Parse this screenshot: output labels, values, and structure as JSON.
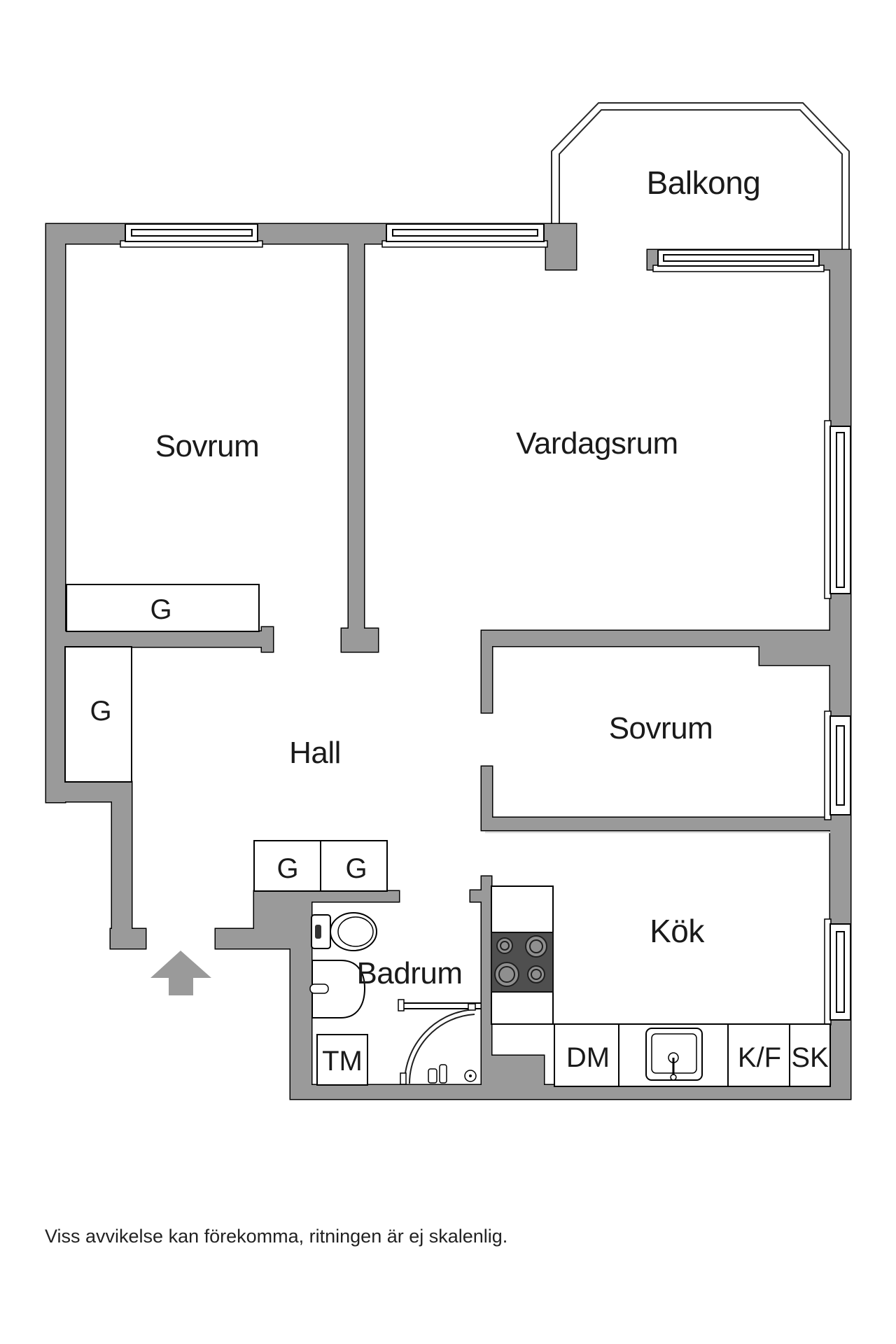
{
  "floorplan": {
    "rooms": {
      "balcony": "Balkong",
      "bedroom1": "Sovrum",
      "living_room": "Vardagsrum",
      "bedroom2": "Sovrum",
      "hall": "Hall",
      "kitchen": "Kök",
      "bathroom": "Badrum"
    },
    "fixtures": {
      "wardrobe": "G",
      "washing_machine": "TM",
      "dishwasher": "DM",
      "fridge_freezer": "K/F",
      "cabinet": "SK"
    },
    "disclaimer": "Viss avvikelse kan förekomma, ritningen är ej skalenlig.",
    "colors": {
      "wall": "#9a9a9a",
      "outline": "#000000",
      "stove": "#4f4f4f",
      "burner": "#8f8f8f",
      "text": "#1a1a1a",
      "background": "#ffffff"
    }
  }
}
